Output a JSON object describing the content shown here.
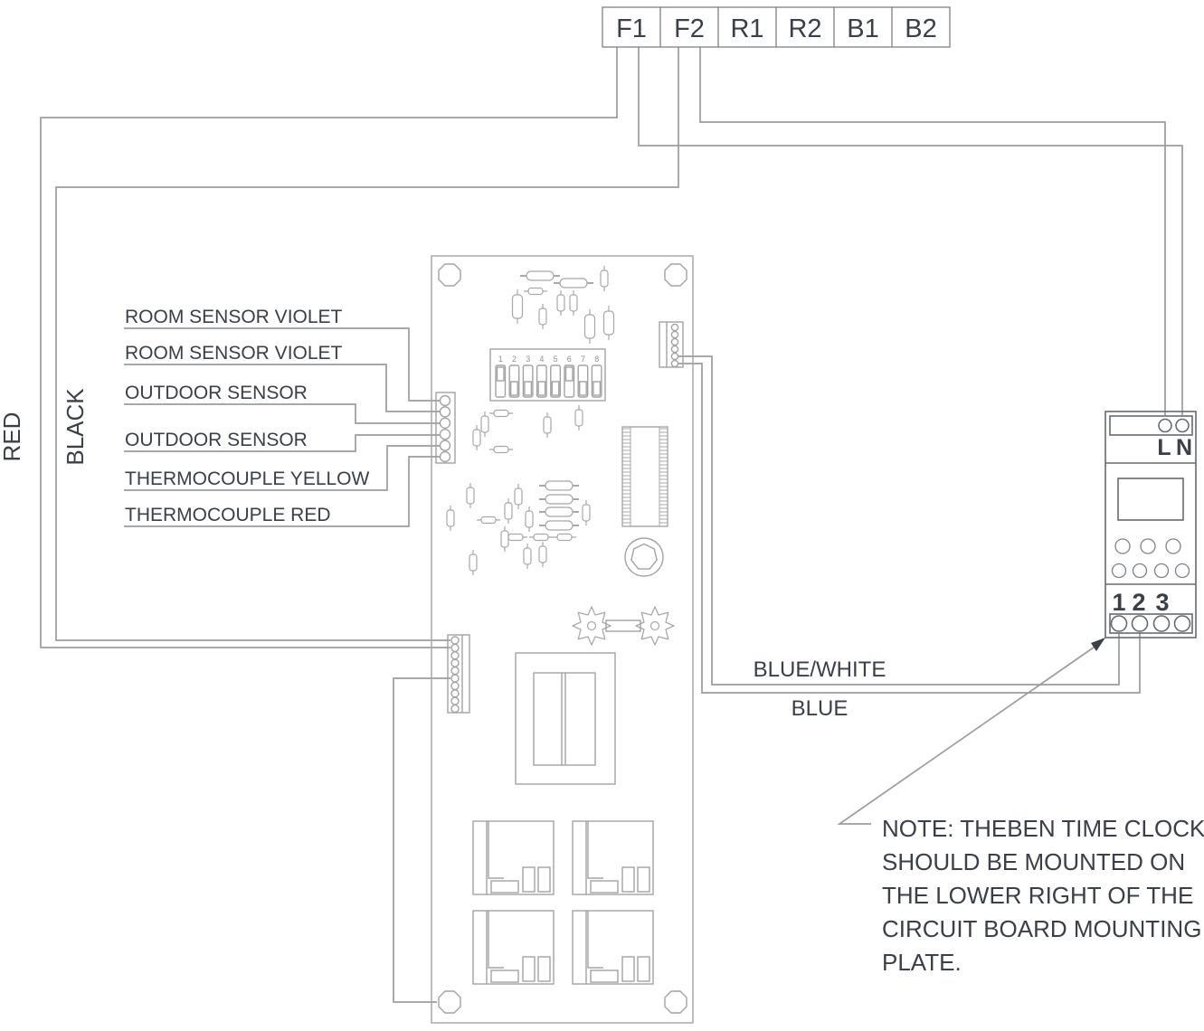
{
  "terminal_block": {
    "cells": [
      "F1",
      "F2",
      "R1",
      "R2",
      "B1",
      "B2"
    ]
  },
  "wires": {
    "red_label": "RED",
    "black_label": "BLACK",
    "blue_white_label": "BLUE/WHITE",
    "blue_label": "BLUE"
  },
  "board": {
    "connector_labels": [
      "ROOM SENSOR VIOLET",
      "ROOM SENSOR VIOLET",
      "OUTDOOR SENSOR",
      "OUTDOOR SENSOR",
      "THERMOCOUPLE YELLOW",
      "THERMOCOUPLE RED"
    ],
    "dip_numbers": [
      "1",
      "2",
      "3",
      "4",
      "5",
      "6",
      "7",
      "8"
    ]
  },
  "time_clock": {
    "top_terminals": [
      "L",
      "N"
    ],
    "bottom_terminals": [
      "1",
      "2",
      "3"
    ]
  },
  "note_lines": [
    "NOTE: THEBEN TIME CLOCK",
    "SHOULD BE MOUNTED ON",
    "THE LOWER RIGHT OF THE",
    "CIRCUIT BOARD MOUNTING",
    "PLATE."
  ],
  "colors": {
    "wire": "#9c9c9c",
    "component_outline": "#a8a8a8",
    "module_outline": "#666b71",
    "text": "#3a4048"
  }
}
